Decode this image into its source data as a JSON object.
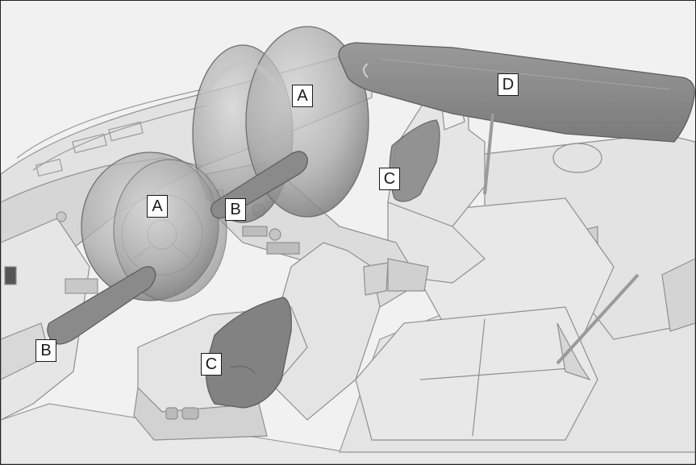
{
  "diagram": {
    "labels": {
      "passenger_front_airbag": "A",
      "driver_front_airbag": "A",
      "driver_knee_airbag": "B",
      "passenger_knee_airbag": "B",
      "passenger_side_airbag": "C",
      "driver_side_airbag": "C",
      "curtain_shield_airbag": "D"
    },
    "colors": {
      "background": "#f1f1f1",
      "interior_line": "#8f8f8f",
      "interior_fill": "#e4e4e4",
      "airbag_translucent": "#8a8a8a",
      "airbag_solid": "#808080",
      "label_border": "#1a1a1a"
    }
  }
}
